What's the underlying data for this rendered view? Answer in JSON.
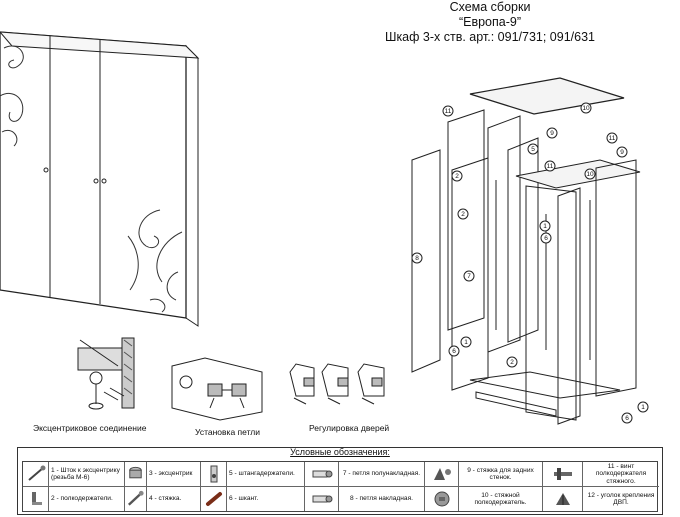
{
  "title": {
    "line1": "Схема сборки",
    "line2": "“Европа-9”",
    "line3": "Шкаф 3-х ств. арт.: 091/731; 091/631"
  },
  "captions": {
    "eccentric": "Эксцентриковое соединение",
    "hinge": "Установка петли",
    "doors": "Регулировка дверей"
  },
  "callouts": [
    "11",
    "10",
    "9",
    "5",
    "11",
    "11",
    "9",
    "10",
    "2",
    "2",
    "8",
    "1",
    "6",
    "7",
    "1",
    "6",
    "2",
    "1",
    "6"
  ],
  "legend": {
    "title": "Условные обозначения:",
    "items": [
      {
        "label": "1 - Шток к эксцентрику (резьба М-6)",
        "icon": "eccentric-rod-icon"
      },
      {
        "label": "2 - полкодержатели.",
        "icon": "shelf-support-icon"
      },
      {
        "label": "3 - эксцентрик",
        "icon": "eccentric-icon"
      },
      {
        "label": "4 - стяжка.",
        "icon": "screw-icon"
      },
      {
        "label": "5 - штангадержатели.",
        "icon": "rod-holder-icon"
      },
      {
        "label": "6 - шкант.",
        "icon": "dowel-icon"
      },
      {
        "label": "7 - петля полунакладная.",
        "icon": "half-overlay-hinge-icon"
      },
      {
        "label": "8 - петля накладная.",
        "icon": "overlay-hinge-icon"
      },
      {
        "label": "9 - стяжка для задних стенок.",
        "icon": "back-panel-tie-icon"
      },
      {
        "label": "10 - стяжной полкодержатель.",
        "icon": "tie-shelf-support-icon"
      },
      {
        "label": "11 - винт полкодержателя стяжного.",
        "icon": "shelf-screw-icon"
      },
      {
        "label": "12 - уголок крепления ДВП.",
        "icon": "fiberboard-bracket-icon"
      }
    ]
  }
}
